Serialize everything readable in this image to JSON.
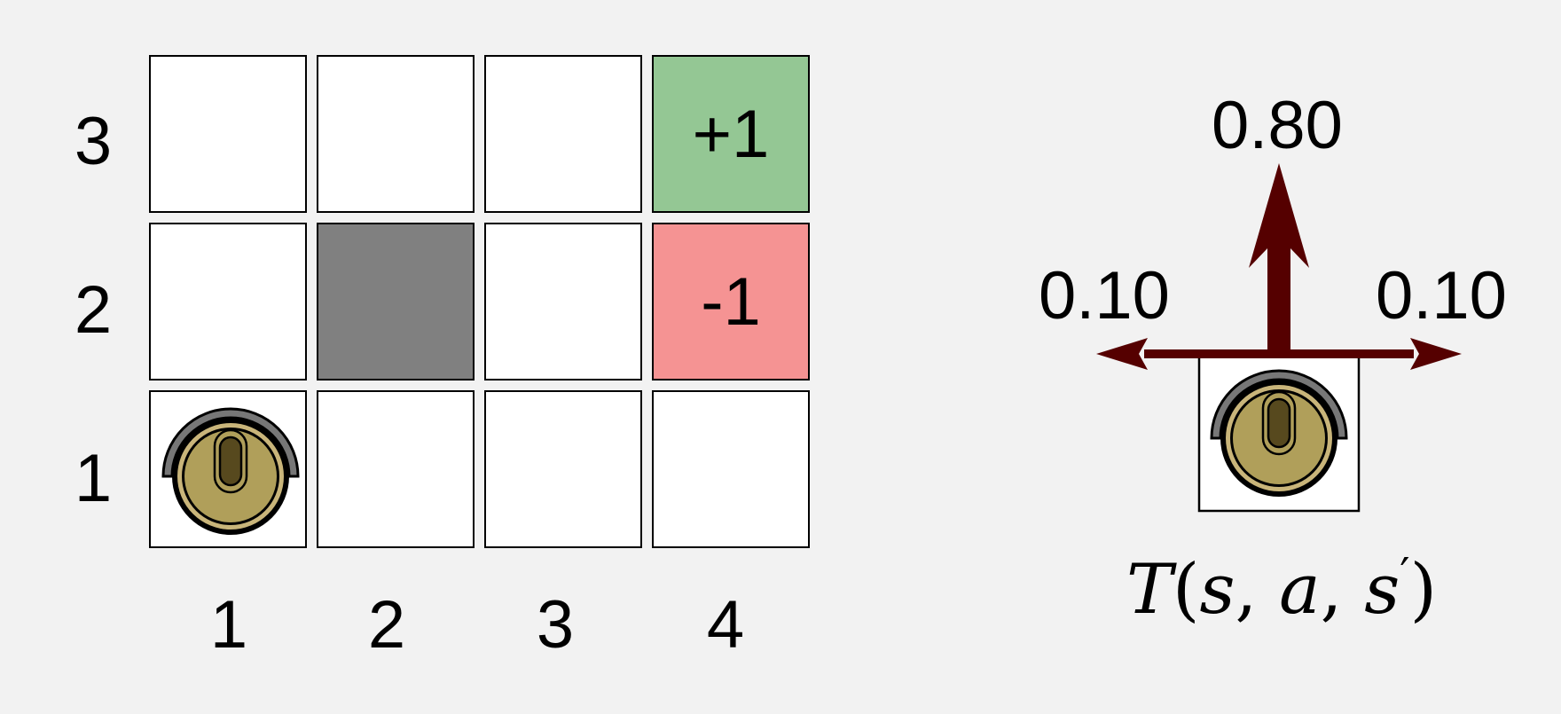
{
  "grid": {
    "row_labels": [
      "3",
      "2",
      "1"
    ],
    "col_labels": [
      "1",
      "2",
      "3",
      "4"
    ],
    "cells": {
      "r3c4": "+1",
      "r2c4": "-1"
    },
    "colors": {
      "goal": "#94c794",
      "pit": "#f59393",
      "wall": "#808080",
      "empty": "#ffffff"
    }
  },
  "transition": {
    "forward_prob": "0.80",
    "left_prob": "0.10",
    "right_prob": "0.10",
    "arrow_color": "#550000",
    "formula": {
      "T": "T",
      "open": "(",
      "s": "s",
      "c1": ", ",
      "a": "a",
      "c2": ", ",
      "s2": "s",
      "prime": "′",
      "close": ")"
    }
  },
  "robot_icon": "robot-icon"
}
